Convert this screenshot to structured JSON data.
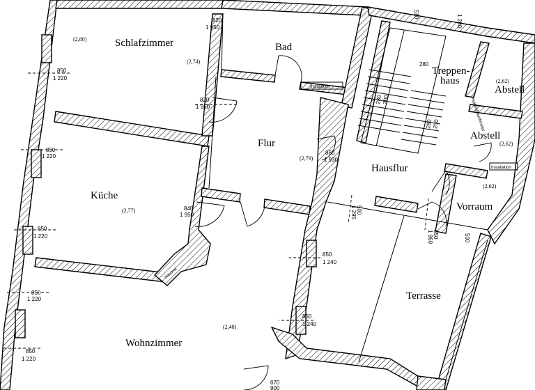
{
  "rooms": {
    "schlafzimmer": "Schlafzimmer",
    "bad": "Bad",
    "flur": "Flur",
    "treppenhaus_1": "Treppen-",
    "treppenhaus_2": "haus",
    "abstell_1": "Abstell",
    "abstell_2": "Abstell",
    "hausflur": "Hausflur",
    "kueche": "Küche",
    "vorraum": "Vorraum",
    "terrasse": "Terrasse",
    "wohnzimmer": "Wohnzimmer"
  },
  "heights": {
    "schlafzimmer_a": "(2,80)",
    "schlafzimmer_b": "(2,74)",
    "flur": "(2,79)",
    "kueche": "(2,77)",
    "abstell_1": "(2,62)",
    "abstell_2": "(2,62)",
    "vorraum": "(2,62)",
    "wohnzimmer": "(2,48)"
  },
  "windows": [
    {
      "w": "850",
      "h": "1 220"
    },
    {
      "w": "850",
      "h": "1 220"
    },
    {
      "w": "850",
      "h": "1 220"
    },
    {
      "w": "850",
      "h": "1 220"
    },
    {
      "w": "850",
      "h": "1 220"
    },
    {
      "w": "850",
      "h": "1 240"
    },
    {
      "w": "850",
      "h": "1 240"
    }
  ],
  "doors": [
    {
      "w": "820",
      "h": "1 950"
    },
    {
      "w": "820",
      "h": "1 950"
    },
    {
      "w": "840",
      "h": "1 950"
    },
    {
      "w": "860",
      "h": "1 930"
    },
    {
      "w": "670",
      "h": "900"
    }
  ],
  "labels": {
    "installation_bad": "Installation",
    "installation_abstell": "Installation",
    "treppenhaus_vert": "Treppenhausfenster",
    "kueche_niche": "Hausrat"
  },
  "stair_nums": [
    "280",
    "200",
    "280",
    "200"
  ],
  "small_dims": [
    "500",
    "1 295",
    "850",
    "1 960",
    "510",
    "1 280",
    "280",
    "500"
  ],
  "colors": {
    "line": "#000000",
    "background": "#ffffff"
  }
}
